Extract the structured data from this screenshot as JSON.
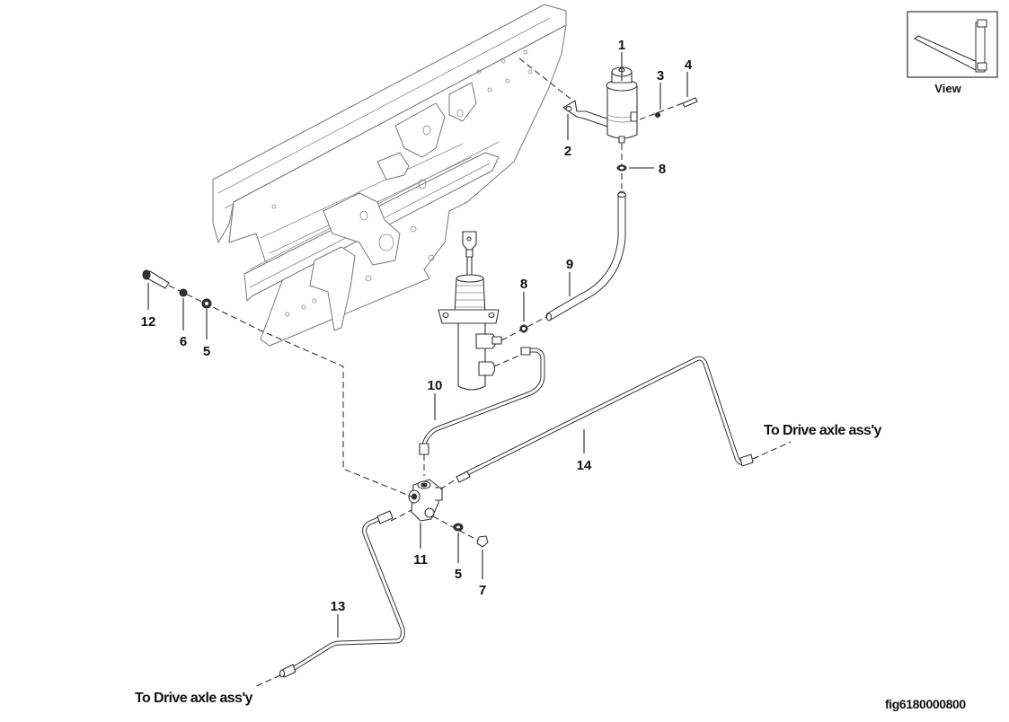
{
  "figure": {
    "id": "fig6180000800",
    "view_label": "View",
    "view_icon": "forklift-fork-icon",
    "notes": {
      "to_drive_axle_right": "To Drive axle ass'y",
      "to_drive_axle_left": "To Drive axle ass'y"
    },
    "callouts": [
      {
        "key": "p1",
        "number": "1",
        "part": "reservoir-tank"
      },
      {
        "key": "p2",
        "number": "2",
        "part": "bracket"
      },
      {
        "key": "p3",
        "number": "3",
        "part": "washer"
      },
      {
        "key": "p4",
        "number": "4",
        "part": "bolt"
      },
      {
        "key": "p8a",
        "number": "8",
        "part": "hose-clamp"
      },
      {
        "key": "p9",
        "number": "9",
        "part": "hose"
      },
      {
        "key": "p8b",
        "number": "8",
        "part": "hose-clamp"
      },
      {
        "key": "p12",
        "number": "12",
        "part": "bolt"
      },
      {
        "key": "p6",
        "number": "6",
        "part": "spring-washer"
      },
      {
        "key": "p5a",
        "number": "5",
        "part": "washer"
      },
      {
        "key": "p10",
        "number": "10",
        "part": "brake-pipe"
      },
      {
        "key": "p14",
        "number": "14",
        "part": "brake-pipe"
      },
      {
        "key": "p11",
        "number": "11",
        "part": "tee-joint"
      },
      {
        "key": "p5b",
        "number": "5",
        "part": "washer"
      },
      {
        "key": "p7",
        "number": "7",
        "part": "nut"
      },
      {
        "key": "p13",
        "number": "13",
        "part": "brake-pipe"
      }
    ]
  }
}
